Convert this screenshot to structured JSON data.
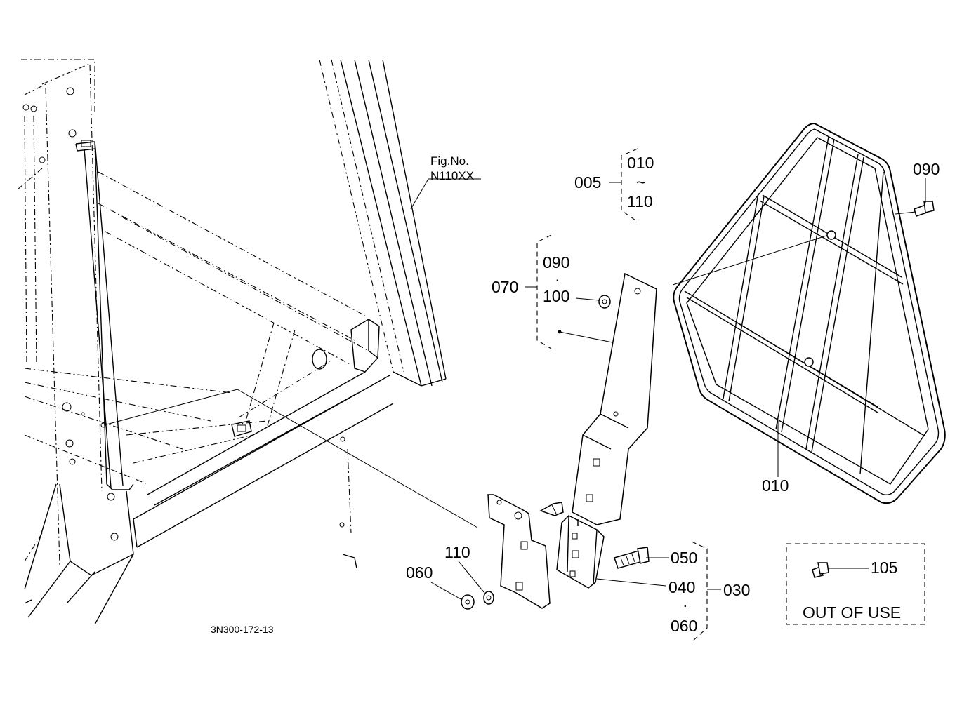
{
  "figure_ref": {
    "line1": "Fig.No.",
    "line2": "N110XX"
  },
  "drawing_code": "3N300-172-13",
  "callouts": {
    "p005": "005",
    "p010_range_top": "010",
    "range_sep": "~",
    "p110_range_bottom": "110",
    "p090_top": "090",
    "p070": "070",
    "p070_a": "090",
    "p070_sep": "·",
    "p070_b": "100",
    "p010": "010",
    "p110": "110",
    "p060": "060",
    "p050": "050",
    "p040": "040",
    "p030": "030",
    "p030_sep": "·",
    "p060_b": "060",
    "p105": "105"
  },
  "out_of_use_box": {
    "label": "OUT OF USE"
  }
}
